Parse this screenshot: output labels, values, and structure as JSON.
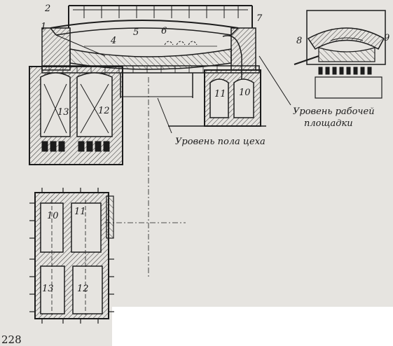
{
  "page_number": "228",
  "palette": {
    "paper": "#e6e4e0",
    "ink": "#1c1c1c",
    "hatch": "#3a3a3a"
  },
  "labels": {
    "n1": "1",
    "n2": "2",
    "n4": "4",
    "n5": "5",
    "n6": "6",
    "n7": "7",
    "n8": "8",
    "n9": "9",
    "n10_top": "10",
    "n11_top": "11",
    "n12_top": "12",
    "n13_top": "13",
    "n10_plan": "10",
    "n11_plan": "11",
    "n12_plan": "12",
    "n13_plan": "13"
  },
  "captions": {
    "work_platform_line1": "Уровень рабочей",
    "work_platform_line2": "площадки",
    "shop_floor": "Уровень пола цеха"
  }
}
